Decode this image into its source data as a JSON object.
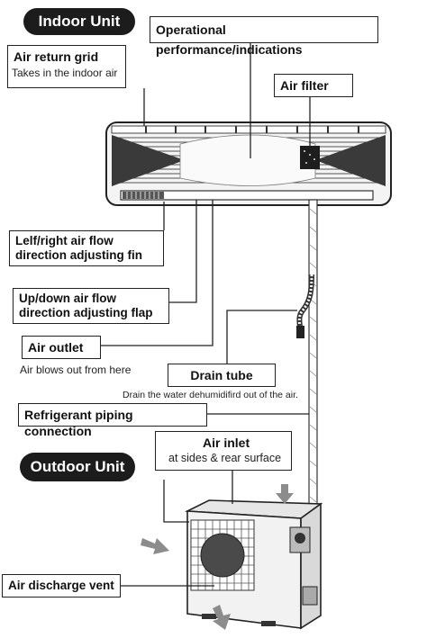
{
  "headers": {
    "indoor": "Indoor  Unit",
    "outdoor": "Outdoor Unit"
  },
  "labels": {
    "operational": "Operational performance/indications",
    "air_return_title": "Air return grid",
    "air_return_desc": "Takes in the indoor air",
    "air_filter": "Air filter",
    "lr_fin_line1": "Lelf/right air flow",
    "lr_fin_line2": "direction adjusting fin",
    "ud_flap_line1": "Up/down air flow",
    "ud_flap_line2": "direction adjusting flap",
    "air_outlet": "Air outlet",
    "air_outlet_desc": "Air blows out from here",
    "drain_tube": "Drain tube",
    "drain_desc": "Drain the water dehumidifird out of the air.",
    "refrigerant": "Refrigerant piping connection",
    "air_inlet_title": "Air inlet",
    "air_inlet_desc": "at sides &  rear surface",
    "air_discharge": "Air discharge vent"
  },
  "colors": {
    "ink": "#1c1c1c",
    "label_text": "#111111",
    "background": "#ffffff"
  }
}
